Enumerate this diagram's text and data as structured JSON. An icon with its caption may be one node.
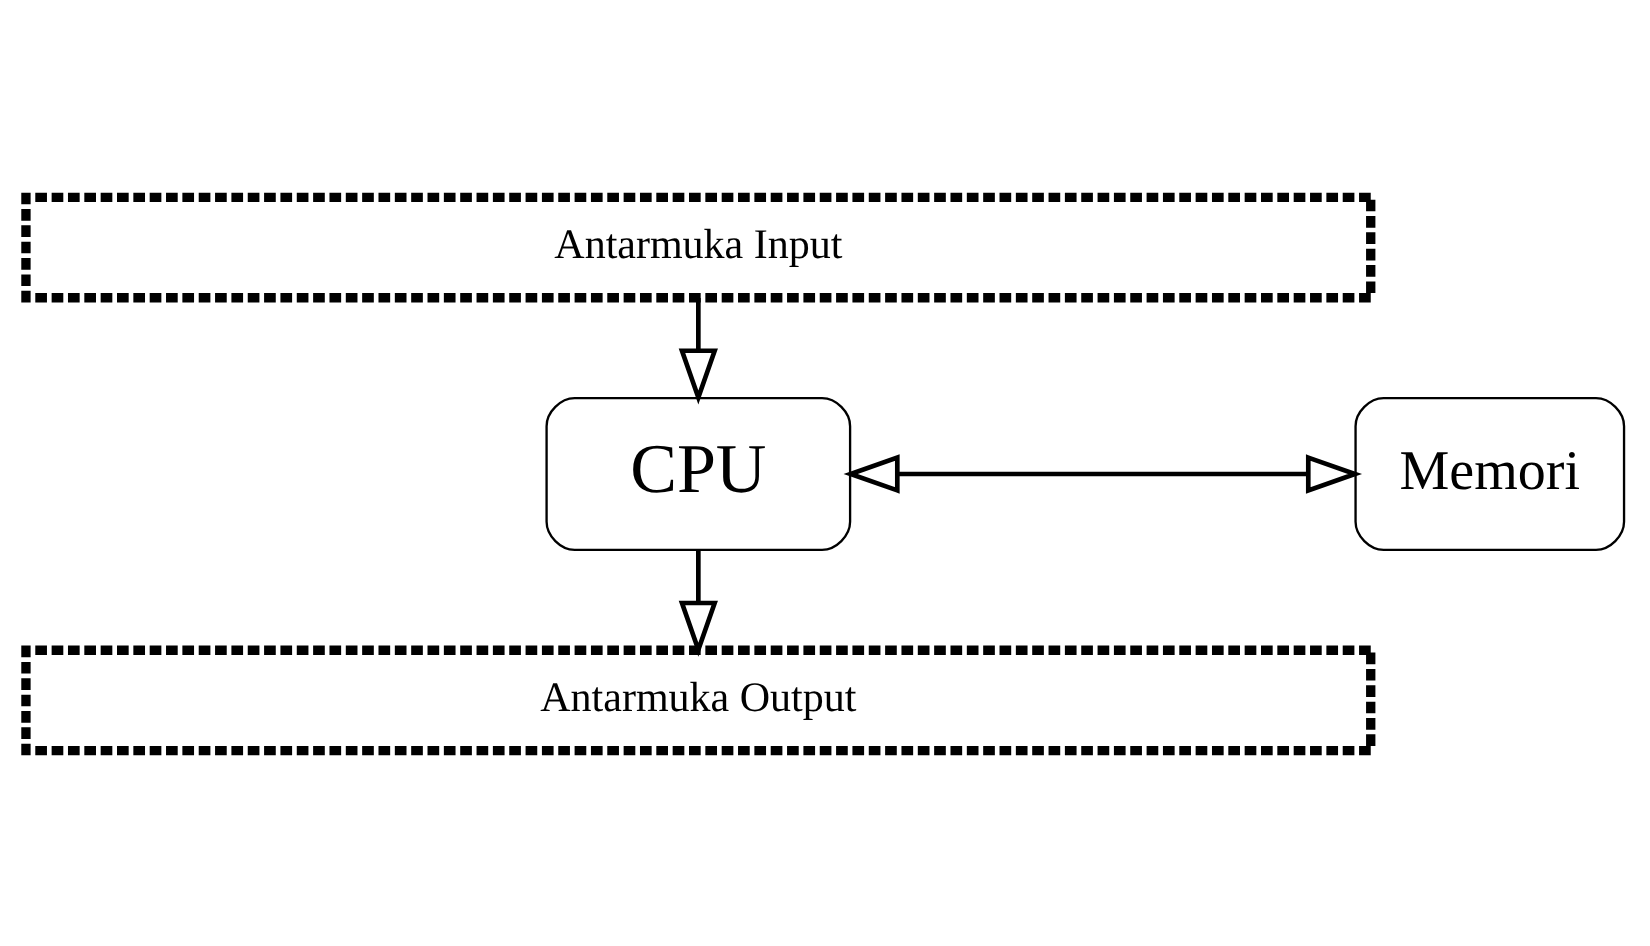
{
  "diagram": {
    "nodes": [
      {
        "text": [
          "Antarmuka Input"
        ]
      },
      {
        "text": [
          "CPU"
        ]
      },
      {
        "text": [
          "Memori"
        ]
      },
      {
        "text": [
          "Antarmuka Output"
        ]
      }
    ],
    "edges": [
      {
        "from": 0,
        "to": 1,
        "arrow": "to"
      },
      {
        "from": 1,
        "to": 2,
        "arrow": "both"
      },
      {
        "from": 1,
        "to": 3,
        "arrow": "to"
      }
    ]
  }
}
